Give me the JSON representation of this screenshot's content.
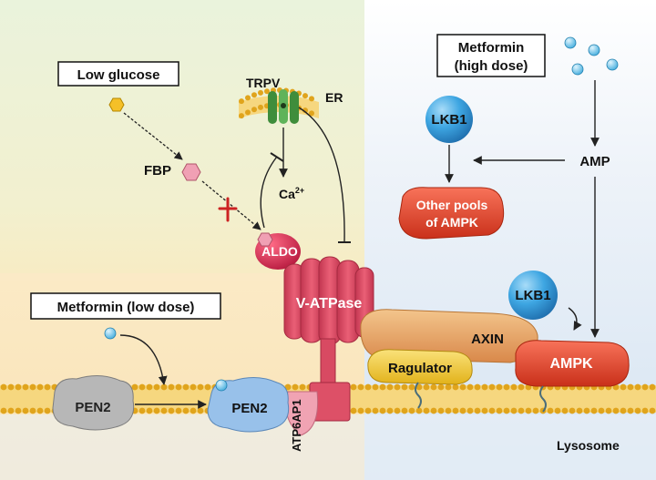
{
  "labels": {
    "low_glucose": "Low glucose",
    "trpv": "TRPV",
    "er": "ER",
    "fbp": "FBP",
    "ca": "Ca",
    "ca_sup": "2+",
    "aldo": "ALDO",
    "metformin_high_line1": "Metformin",
    "metformin_high_line2": "(high dose)",
    "lkb1_top": "LKB1",
    "amp": "AMP",
    "other_pools_line1": "Other pools",
    "other_pools_line2": "of AMPK",
    "metformin_low": "Metformin (low dose)",
    "v_atpase": "V-ATPase",
    "lkb1_bottom": "LKB1",
    "axin": "AXIN",
    "ragulator": "Ragulator",
    "ampk": "AMPK",
    "pen2_left": "PEN2",
    "pen2_right": "PEN2",
    "atp6ap1": "ATP6AP1",
    "lysosome": "Lysosome"
  },
  "colors": {
    "bg_green": "#e6f1d8",
    "bg_orange": "#fbe8c4",
    "bg_blue": "#dbe8f4",
    "membrane": "#f3c34a",
    "membrane_dot": "#e0a41c",
    "v_atpase": "#e2526a",
    "aldo": "#d81f49",
    "lkb1": "#39a2e0",
    "ampk": "#e84a2b",
    "axin": "#e9a86a",
    "ragulator": "#f2cf39",
    "pen2_gray": "#b7b7b7",
    "pen2_blue": "#98c1ea",
    "atp6ap1": "#f0a3b3",
    "fbp": "#f0a0b4",
    "glucose": "#f5c028",
    "metformin": "#6cc6ec",
    "trpv": "#4d9a48",
    "inhibit_x": "#cc2222"
  }
}
